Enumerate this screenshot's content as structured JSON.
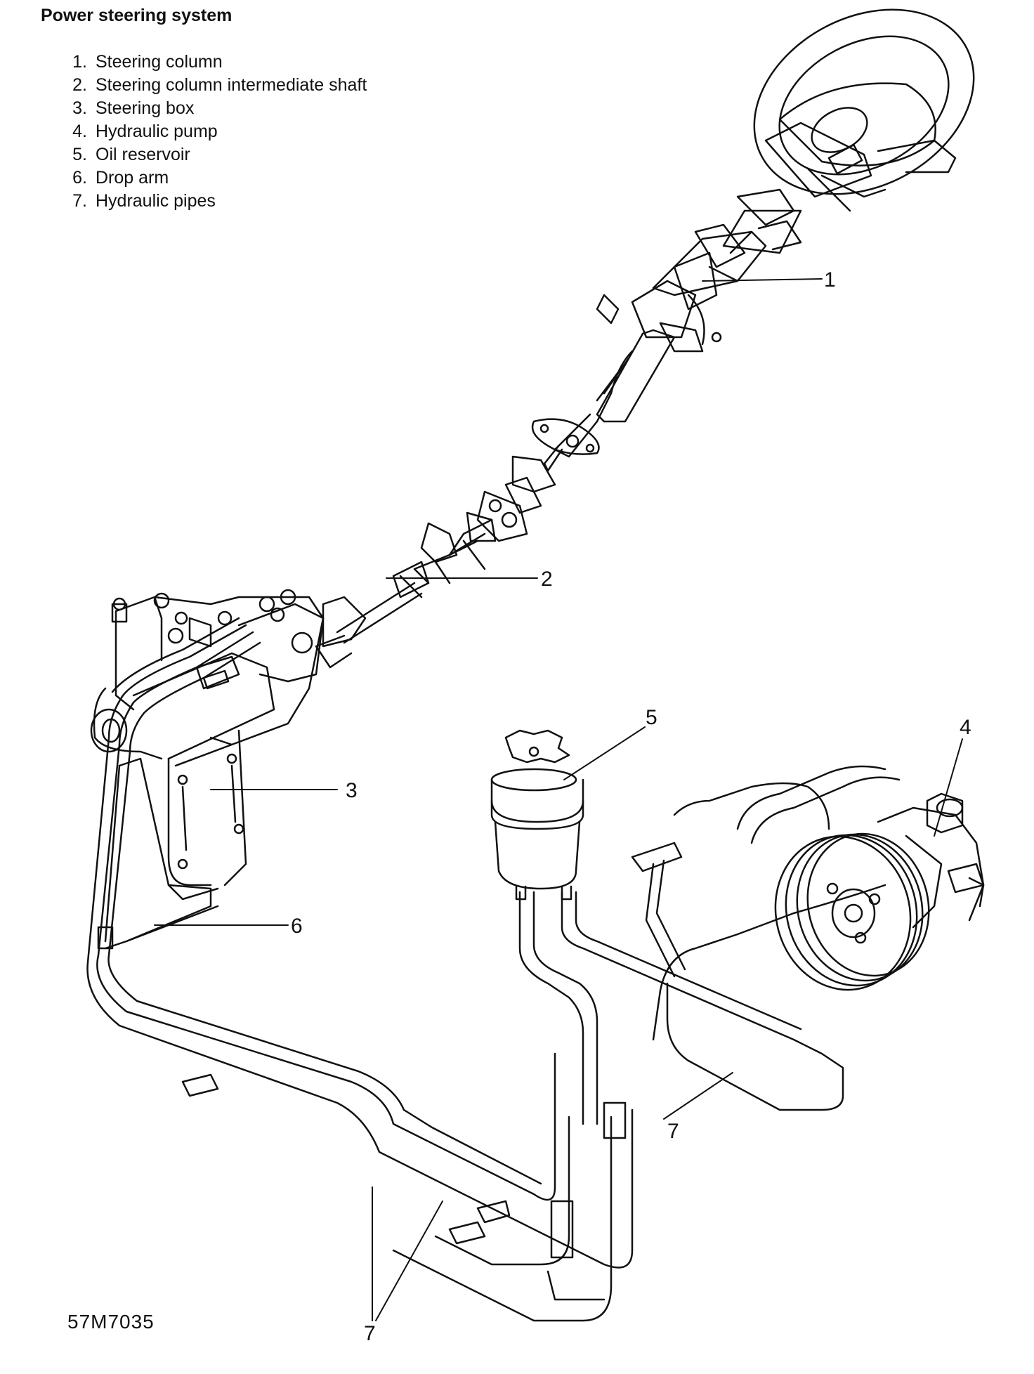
{
  "title": "Power steering system",
  "legend": [
    {
      "num": "1.",
      "label": "Steering column"
    },
    {
      "num": "2.",
      "label": "Steering column intermediate shaft"
    },
    {
      "num": "3.",
      "label": "Steering box"
    },
    {
      "num": "4.",
      "label": "Hydraulic pump"
    },
    {
      "num": "5.",
      "label": "Oil reservoir"
    },
    {
      "num": "6.",
      "label": "Drop arm"
    },
    {
      "num": "7.",
      "label": "Hydraulic pipes"
    }
  ],
  "callouts": {
    "c1": "1",
    "c2": "2",
    "c3": "3",
    "c4": "4",
    "c5": "5",
    "c6": "6",
    "c7a": "7",
    "c7b": "7"
  },
  "figure_id": "57M7035"
}
